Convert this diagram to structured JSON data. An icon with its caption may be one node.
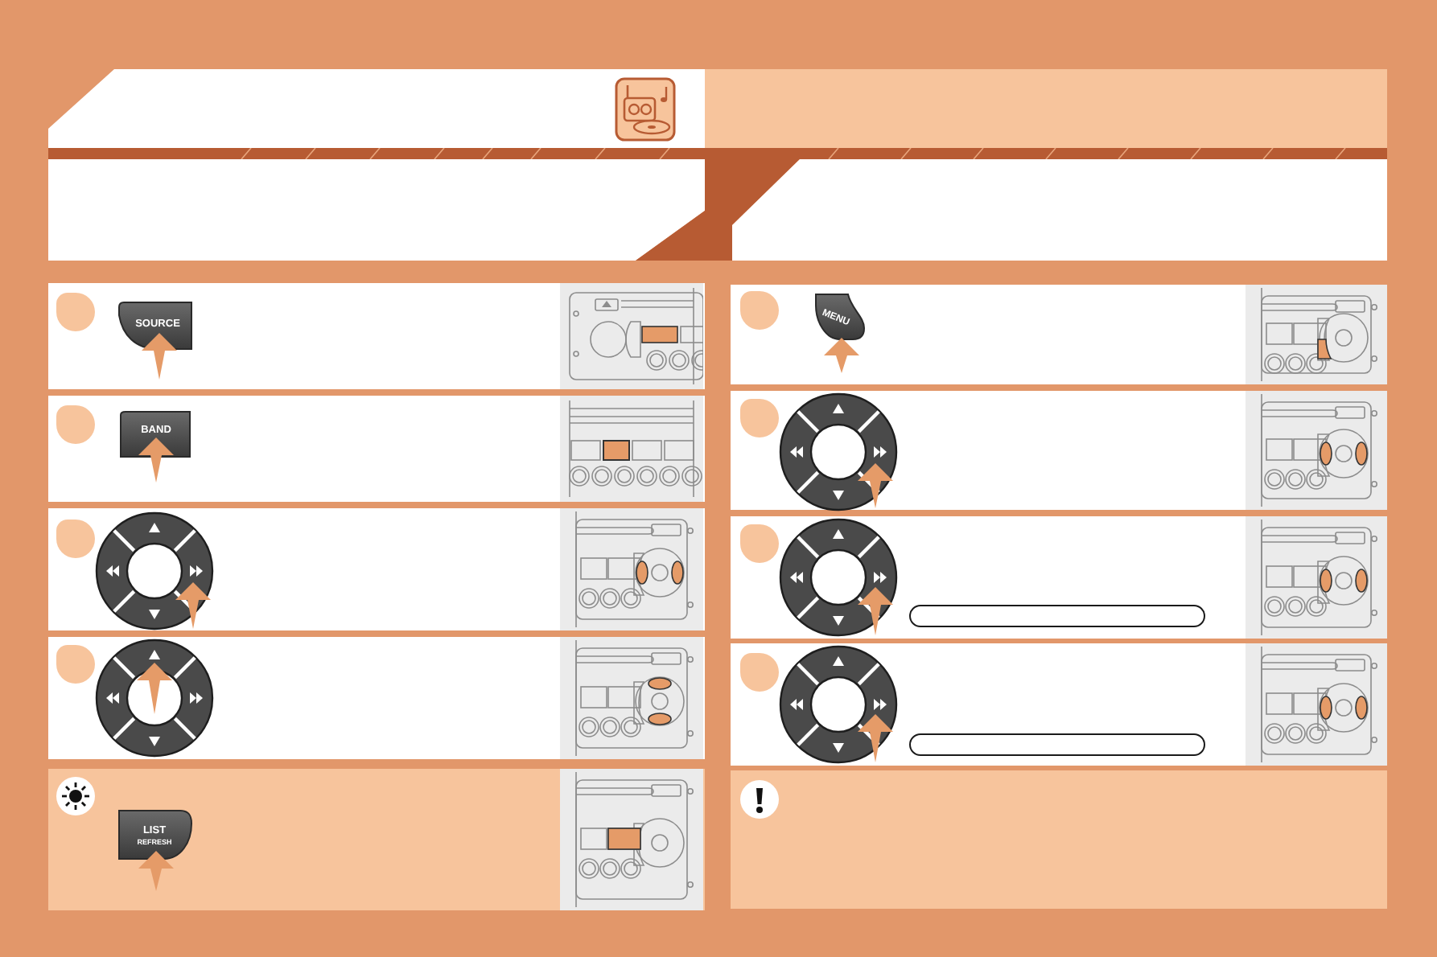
{
  "diagram": {
    "labels": [
      "SOURCE",
      "BAND",
      "LIST",
      "REFRESH",
      "MENU"
    ]
  }
}
